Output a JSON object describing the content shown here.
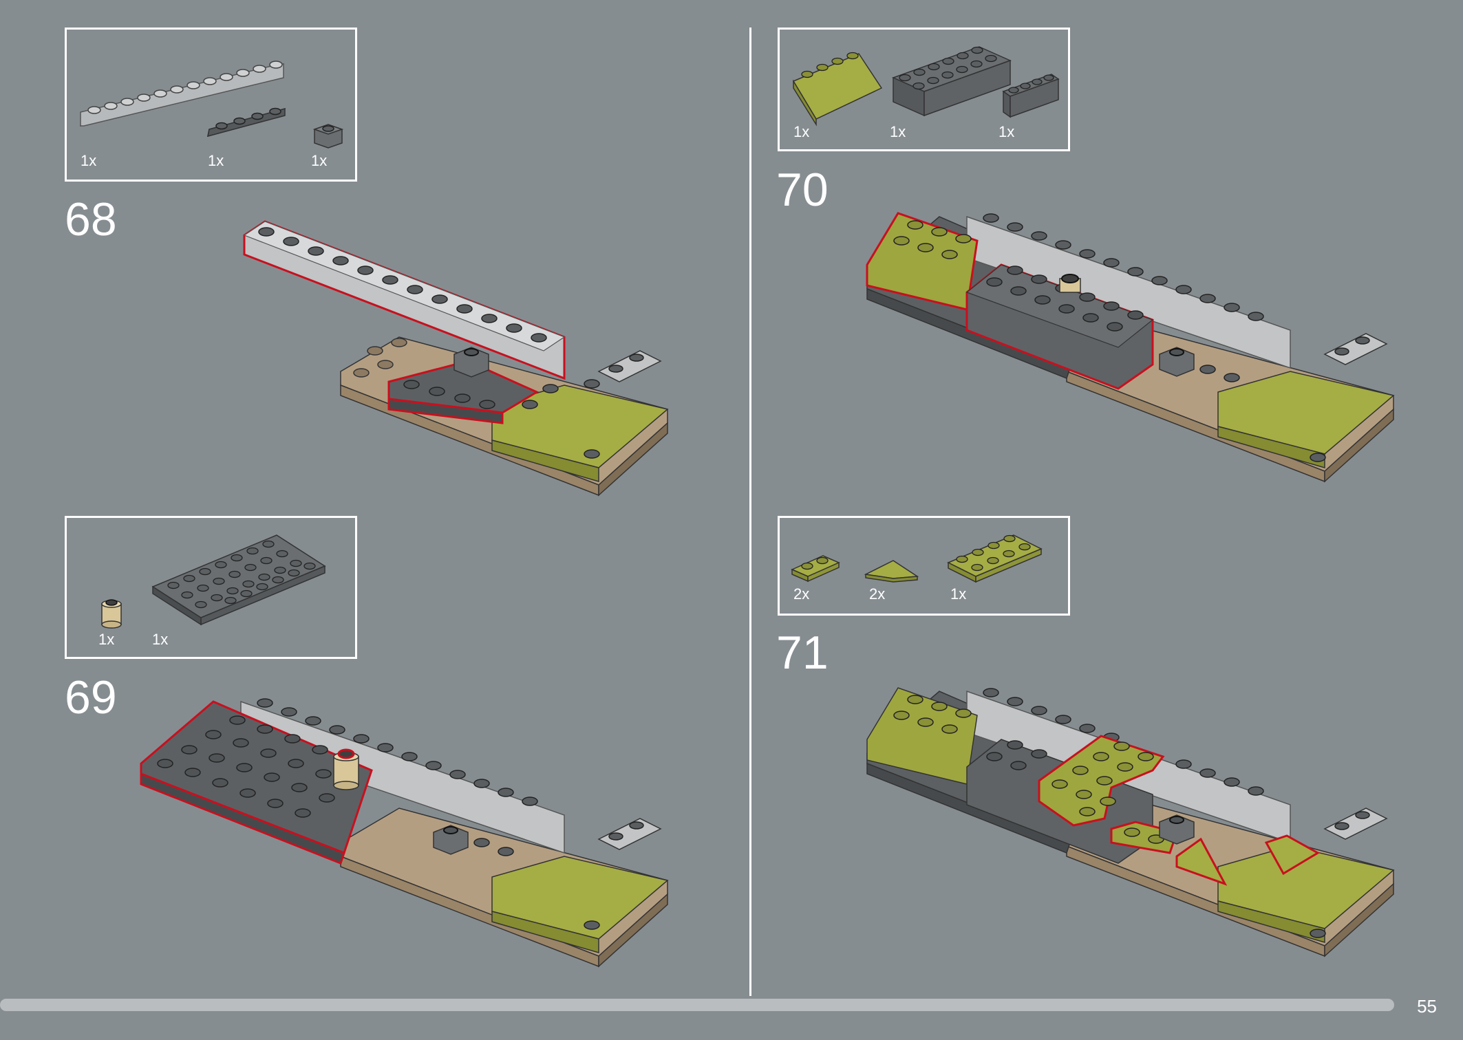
{
  "page_number": "55",
  "steps": [
    {
      "number": "68",
      "parts": [
        {
          "qty": "1x",
          "name": "light-gray-brick-1x12"
        },
        {
          "qty": "1x",
          "name": "dark-gray-plate-1x4"
        },
        {
          "qty": "1x",
          "name": "dark-gray-brick-1x1"
        }
      ]
    },
    {
      "number": "69",
      "parts": [
        {
          "qty": "1x",
          "name": "tan-round-brick-1x1"
        },
        {
          "qty": "1x",
          "name": "dark-gray-plate-4x8"
        }
      ]
    },
    {
      "number": "70",
      "parts": [
        {
          "qty": "1x",
          "name": "olive-slope-2x4"
        },
        {
          "qty": "1x",
          "name": "dark-gray-brick-2x6"
        },
        {
          "qty": "1x",
          "name": "dark-gray-brick-1x4"
        }
      ]
    },
    {
      "number": "71",
      "parts": [
        {
          "qty": "2x",
          "name": "olive-plate-1x2"
        },
        {
          "qty": "2x",
          "name": "olive-wedge-tile"
        },
        {
          "qty": "1x",
          "name": "olive-plate-2x4"
        }
      ]
    }
  ],
  "colors": {
    "background": "#868d91",
    "light_gray": "#c9cbcc",
    "dark_gray": "#5c6063",
    "tan": "#b49e82",
    "olive": "#9ea63f",
    "highlight": "#c8101e"
  }
}
